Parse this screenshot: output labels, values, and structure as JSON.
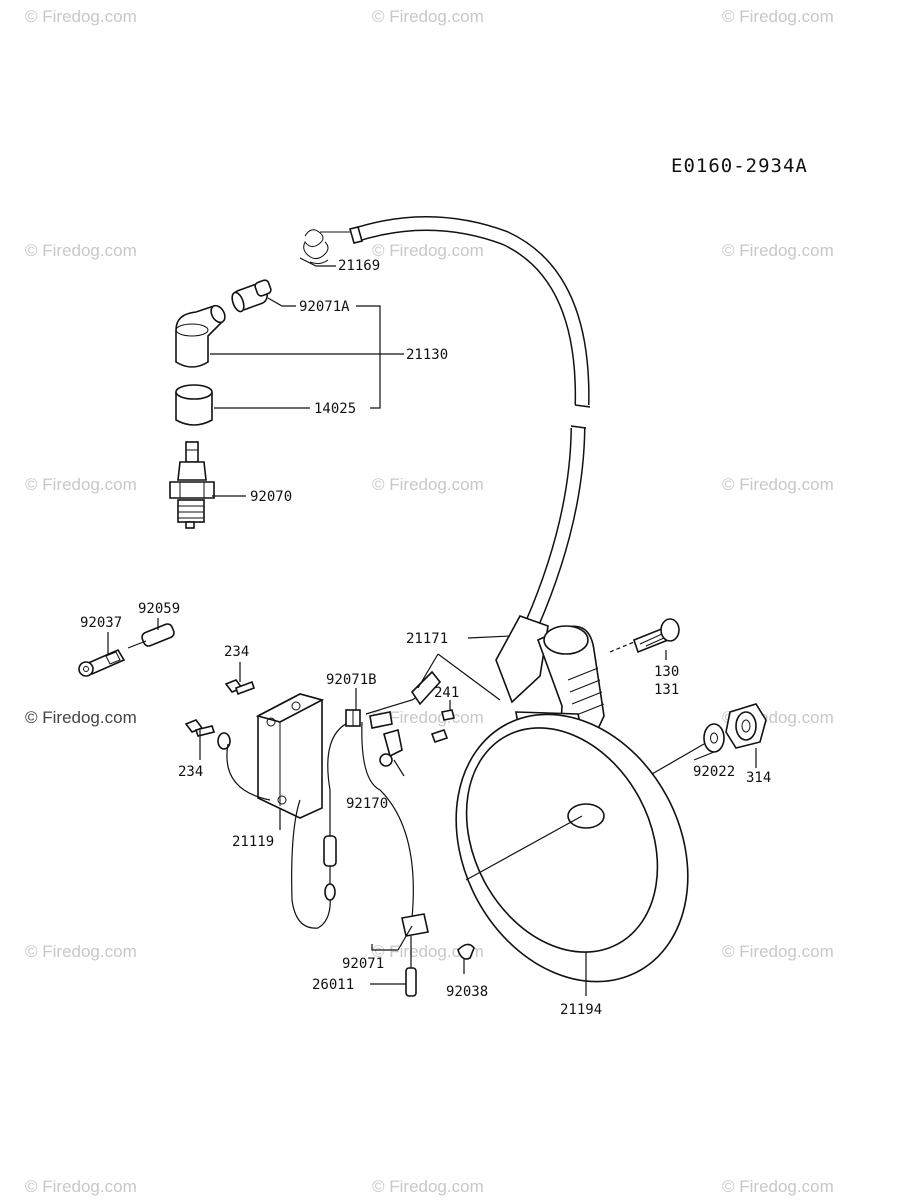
{
  "diagram": {
    "code": "E0160-2934A",
    "watermark": "© Firedog.com",
    "parts": {
      "p21169": "21169",
      "p92071A": "92071A",
      "p21130": "21130",
      "p14025": "14025",
      "p92070": "92070",
      "p92059": "92059",
      "p92037": "92037",
      "p234a": "234",
      "p234b": "234",
      "p92071B": "92071B",
      "p241": "241",
      "p21171": "21171",
      "p130": "130",
      "p131": "131",
      "p21119": "21119",
      "p92170": "92170",
      "p92022": "92022",
      "p314": "314",
      "p92071": "92071",
      "p26011": "26011",
      "p92038": "92038",
      "p21194": "21194"
    }
  }
}
